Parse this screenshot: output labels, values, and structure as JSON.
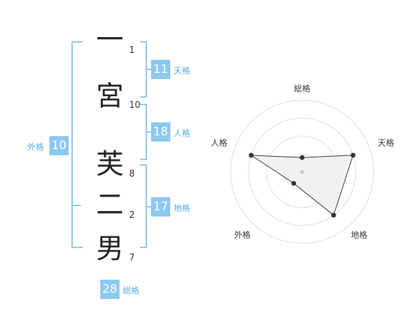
{
  "name": {
    "chars": [
      "一",
      "宮",
      "芙",
      "二",
      "男"
    ],
    "strokes": [
      1,
      10,
      8,
      2,
      7
    ]
  },
  "fortune": {
    "ten": {
      "value": 11,
      "label": "天格"
    },
    "jin": {
      "value": 18,
      "label": "人格"
    },
    "chi": {
      "value": 17,
      "label": "地格"
    },
    "gai": {
      "value": 10,
      "label": "外格"
    },
    "so": {
      "value": 28,
      "label": "総格"
    }
  },
  "colors": {
    "accent": "#8cc8f0",
    "accent_text": "#58a8e6",
    "radar_fill": "#eeeeee",
    "radar_line": "#333333",
    "grid": "#dddddd"
  },
  "chart_data": {
    "type": "radar",
    "axes": [
      "総格",
      "天格",
      "地格",
      "外格",
      "人格"
    ],
    "values": [
      0.2,
      0.75,
      0.75,
      0.2,
      0.75
    ],
    "range": [
      0,
      1
    ],
    "rings": 4
  }
}
